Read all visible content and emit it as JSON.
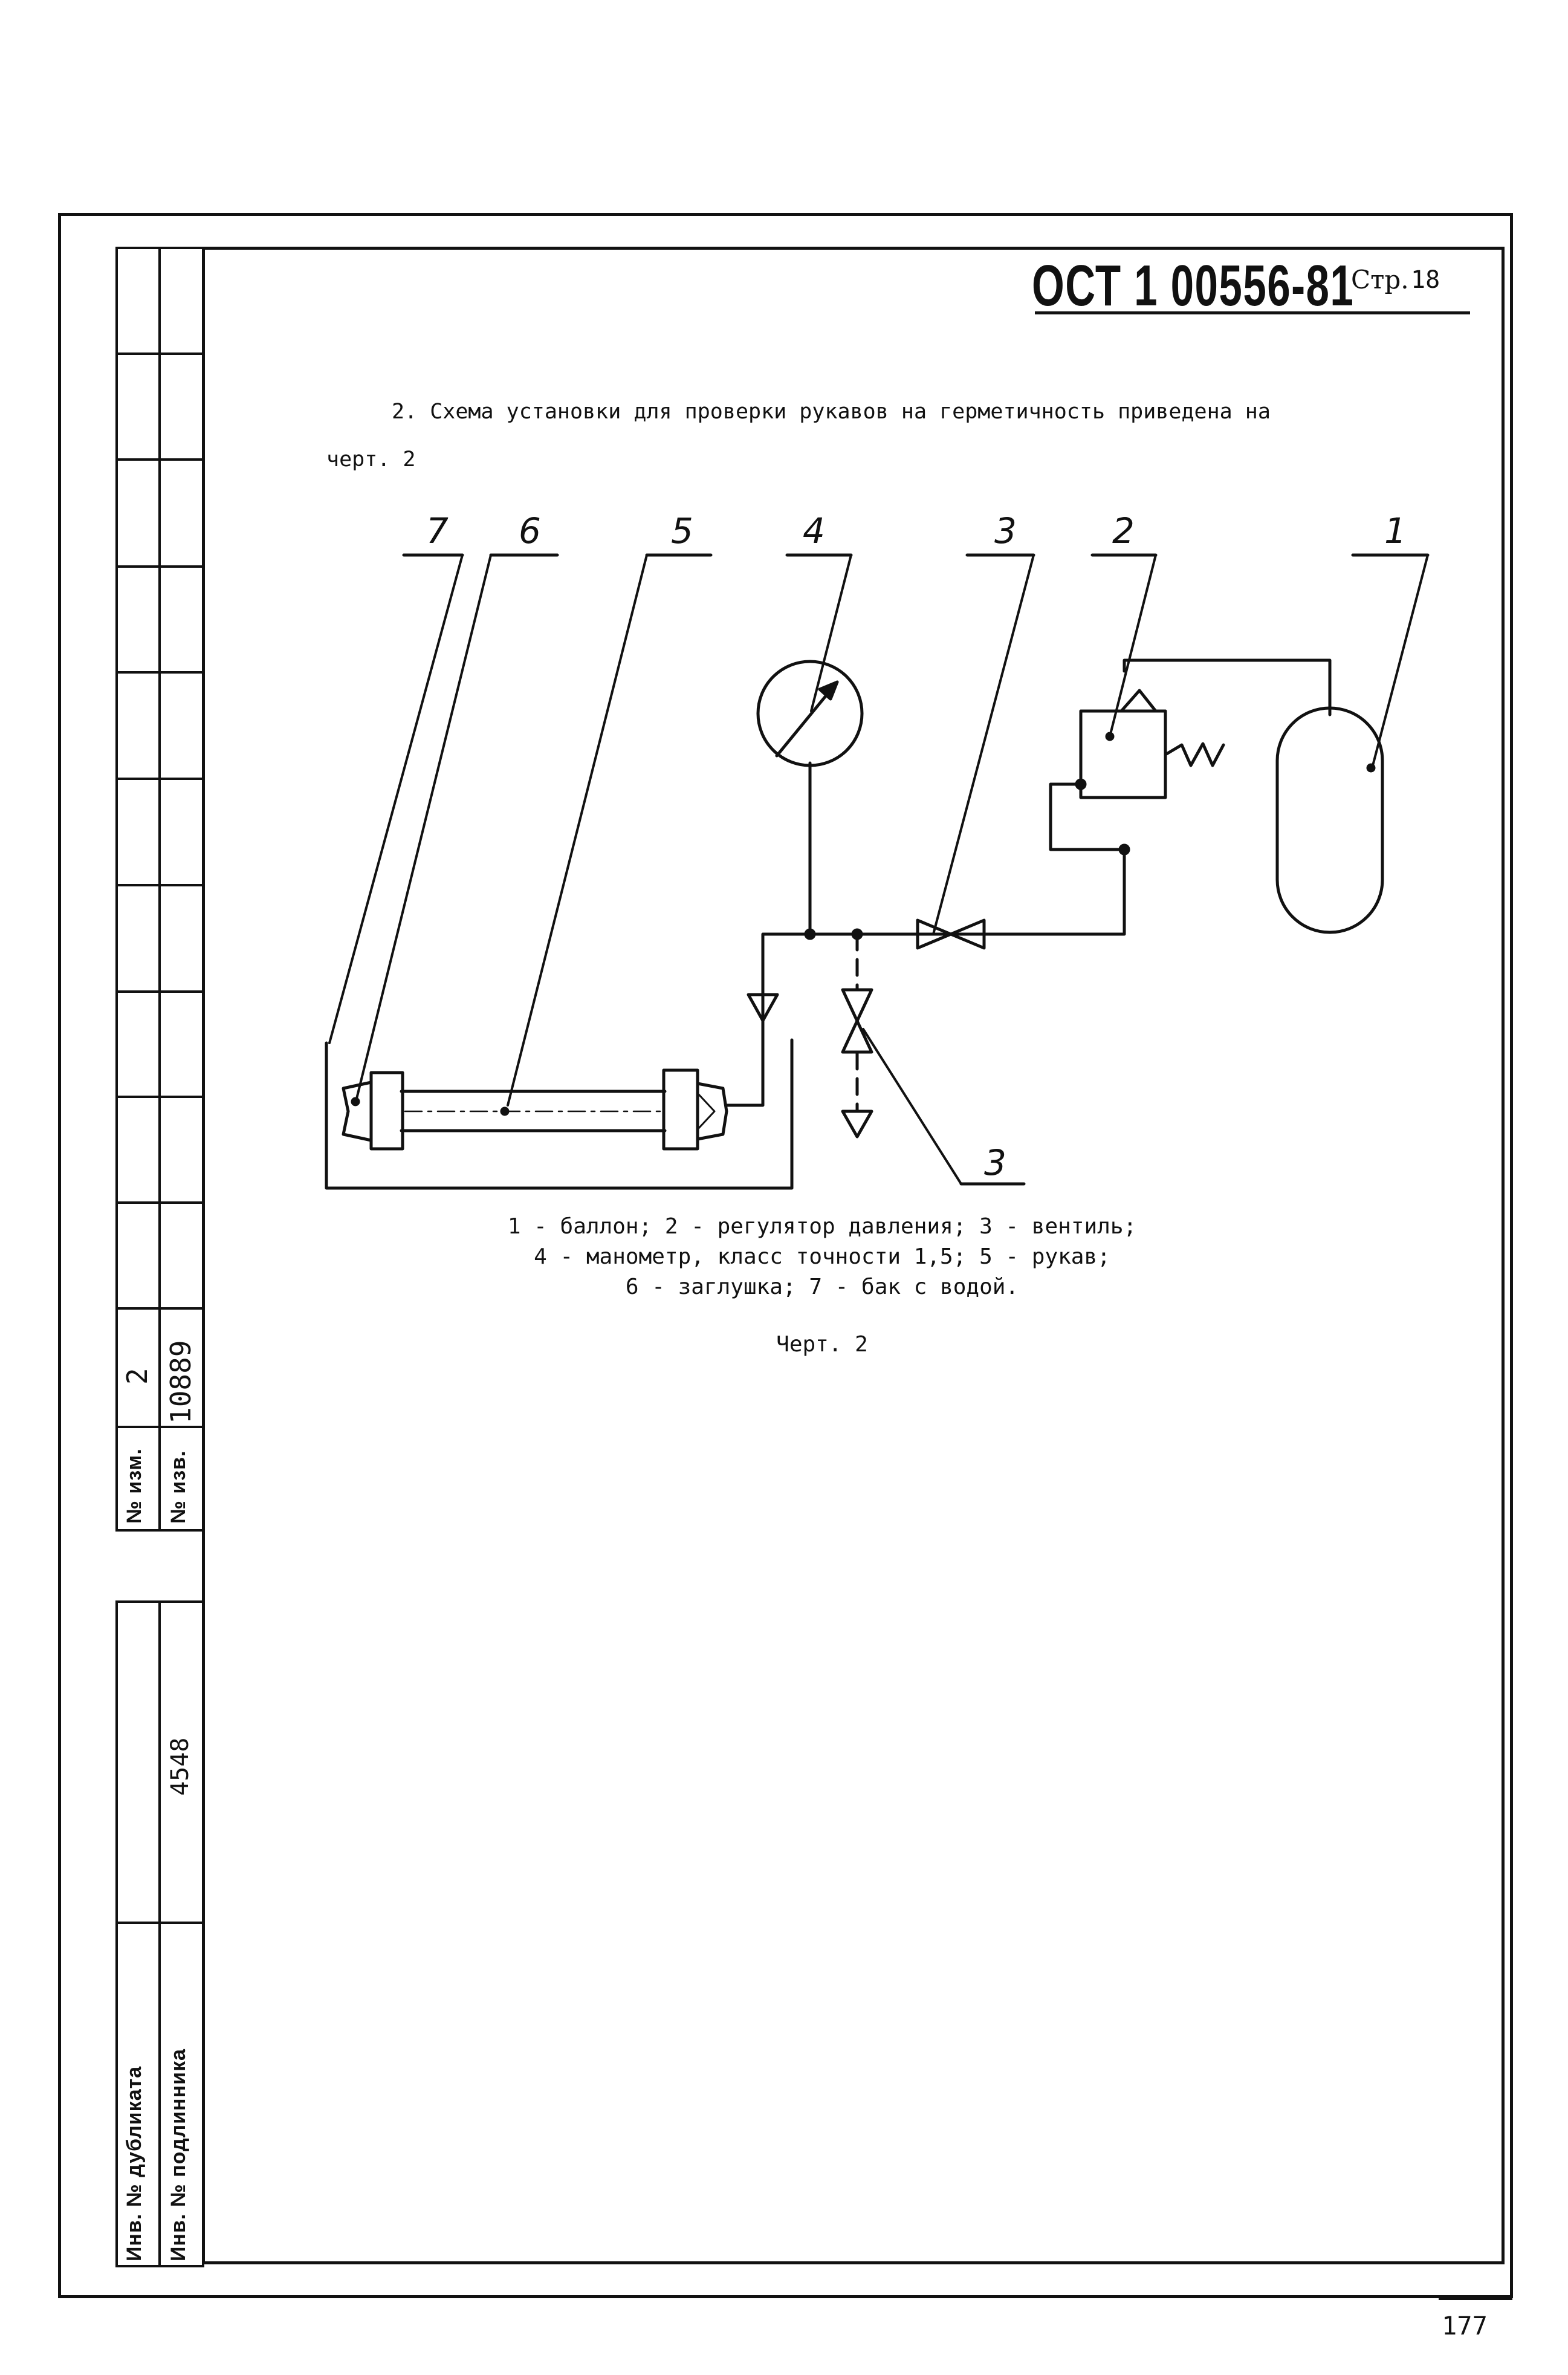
{
  "header": {
    "doc_code": "ОСТ 1 00556-81",
    "page_label": "Стр.",
    "page_number": "18"
  },
  "body": {
    "paragraph_line1": "2. Схема установки для проверки рукавов на герметичность приведена на",
    "paragraph_line2": "черт. 2"
  },
  "figure": {
    "callouts": [
      "7",
      "6",
      "5",
      "4",
      "3",
      "2",
      "1"
    ],
    "callout_bottom": "3",
    "legend_line1": "1 - баллон;  2 - регулятор давления;  3 - вентиль;",
    "legend_line2": "4 - манометр, класс точности 1,5;  5 - рукав;",
    "legend_line3": "6 - заглушка;  7 - бак с водой.",
    "caption": "Черт. 2"
  },
  "side_stamp": {
    "change_no_label": "№ изм.",
    "change_no_value": "2",
    "notice_no_label": "№ изв.",
    "notice_no_value": "10889",
    "dup_inv_label": "Инв. № дубликата",
    "orig_inv_label": "Инв. № подлинника",
    "orig_inv_value": "4548"
  },
  "footer": {
    "sheet_number": "177"
  }
}
